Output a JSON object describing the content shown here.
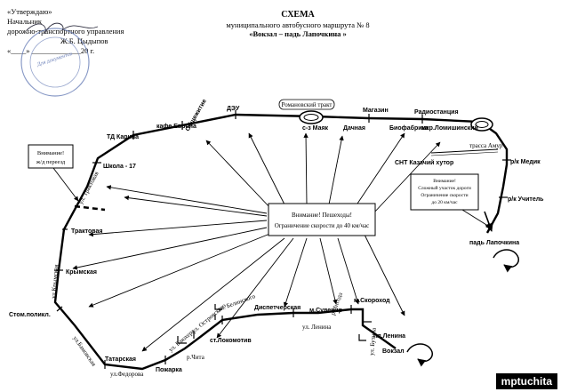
{
  "approval": {
    "line1": "«Утверждаю»",
    "line2": "Начальник",
    "line3": "дорожно-транспортного управления",
    "line4": "Ж.Б. Цыдыпов",
    "line5": "«____» _____________20    г.",
    "stamp_text": "Для документов"
  },
  "title": {
    "line1": "СХЕМА",
    "line2": "муниципального автобусного маршрута № 8",
    "line3": "«Вокзал – падь Лапочкина »"
  },
  "stops": {
    "dsu": "ДЭУ",
    "kafe_evropa": "кафе Европа",
    "td_karina": "ТД Карина",
    "obshchezhitie": "Общежитие",
    "shkola17": "Школа - 17",
    "traktovaya": "Трактовая",
    "krymskaya": "Крымская",
    "stom_polikl": "Стом.поликл.",
    "tatarskaya": "Татарская",
    "pozharka": "Пожарка",
    "st_lokomotiv": "ст.Локомотив",
    "dispetcherskaya": "Диспетчерская",
    "m_suvenir": "м.Сувенир",
    "m_skorokhod": "м.Скороход",
    "pl_lenina": "пл.Ленина",
    "vokzal": "Вокзал",
    "sz_mayak": "с-з Маяк",
    "dachnaya": "Дачная",
    "magazin": "Магазин",
    "radiostantsiya": "Радиостанция",
    "biofabrika": "Биофабрика",
    "mkr_lomishinskiy": "мкр.Ломишинский",
    "snt_kazachiy": "СНТ Казачий хутор",
    "p_medik": "р/к Медик",
    "p_uchitel": "р/к Учитель",
    "pad_lapochkina": "падь Лапочкина"
  },
  "streets": {
    "ul_traktovaya": "ул. Трактовая",
    "ul_krymskaya": "ул.Крымская",
    "ul_bamovskaya": "ул.Бамовская",
    "ul_fedorova": "ул.Федорова",
    "ul_blyukhera": "ул. Блюхера",
    "ul_ostrovskogo": "ул. Островского",
    "ul_belinskogo": "ул. Белинского",
    "ul_lenina": "ул.   Ленина",
    "ul_butina": "ул. Бутина",
    "romanovsky_trakt": "Романовский тракт",
    "trassa_amur": "трасса Амур",
    "r_chita": "р.Чита",
    "r_ingoda": "р.Ингода"
  },
  "notes": {
    "railway_line1": "Внимание!",
    "railway_line2": "ж/д переезд",
    "speed_line1": "Внимание! Пешеходы!",
    "speed_line2": "Ограничение скорости до 40 км/час",
    "hard_line1": "Внимание!",
    "hard_line2": "Сложный участок дороги",
    "hard_line3": "Ограничение скорости",
    "hard_line4": "до 20 км/час"
  },
  "watermark": "mptuchita"
}
